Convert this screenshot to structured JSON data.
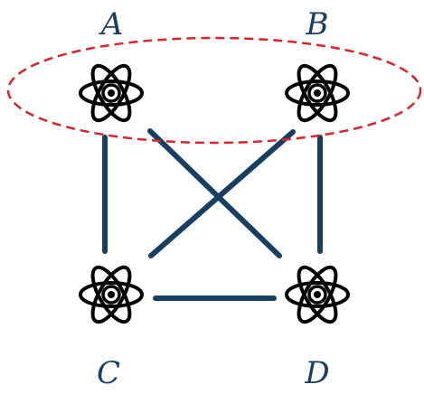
{
  "nodes": [
    {
      "id": "A",
      "label": "A"
    },
    {
      "id": "B",
      "label": "B"
    },
    {
      "id": "C",
      "label": "C"
    },
    {
      "id": "D",
      "label": "D"
    }
  ],
  "edges": [
    {
      "from": "A",
      "to": "C"
    },
    {
      "from": "A",
      "to": "D"
    },
    {
      "from": "B",
      "to": "C"
    },
    {
      "from": "B",
      "to": "D"
    },
    {
      "from": "C",
      "to": "D"
    }
  ],
  "group": {
    "members": [
      "A",
      "B"
    ],
    "style": "dashed"
  },
  "colors": {
    "edge": "#173f63",
    "label": "#173f63",
    "group_outline": "#d9262b",
    "atom_stroke": "#000000"
  },
  "icons": {
    "node": "atom-icon"
  }
}
